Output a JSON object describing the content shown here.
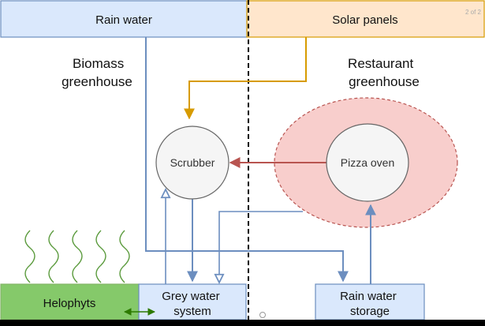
{
  "page_indicator": "2 of 2",
  "sections": {
    "left_title": [
      "Biomass",
      "greenhouse"
    ],
    "right_title": [
      "Restaurant",
      "greenhouse"
    ]
  },
  "boxes": {
    "rain_water": "Rain water",
    "solar_panels": "Solar panels",
    "helophyts": "Helophyts",
    "grey_water": [
      "Grey water",
      "system"
    ],
    "rain_storage": [
      "Rain water",
      "storage"
    ]
  },
  "nodes": {
    "scrubber": "Scrubber",
    "pizza_oven": "Pizza oven"
  },
  "colors": {
    "blue_fill": "#dae8fc",
    "blue_stroke": "#6c8ebf",
    "orange_fill": "#ffe6cc",
    "orange_stroke": "#d79b00",
    "green_fill": "#85c96a",
    "green_stroke": "#82b366",
    "grey_fill": "#f5f5f5",
    "grey_stroke": "#666666",
    "red_fill": "#f8cecc",
    "red_stroke": "#b85450",
    "arrow_green": "#2d7a00",
    "plant": "#5a9a3c"
  }
}
